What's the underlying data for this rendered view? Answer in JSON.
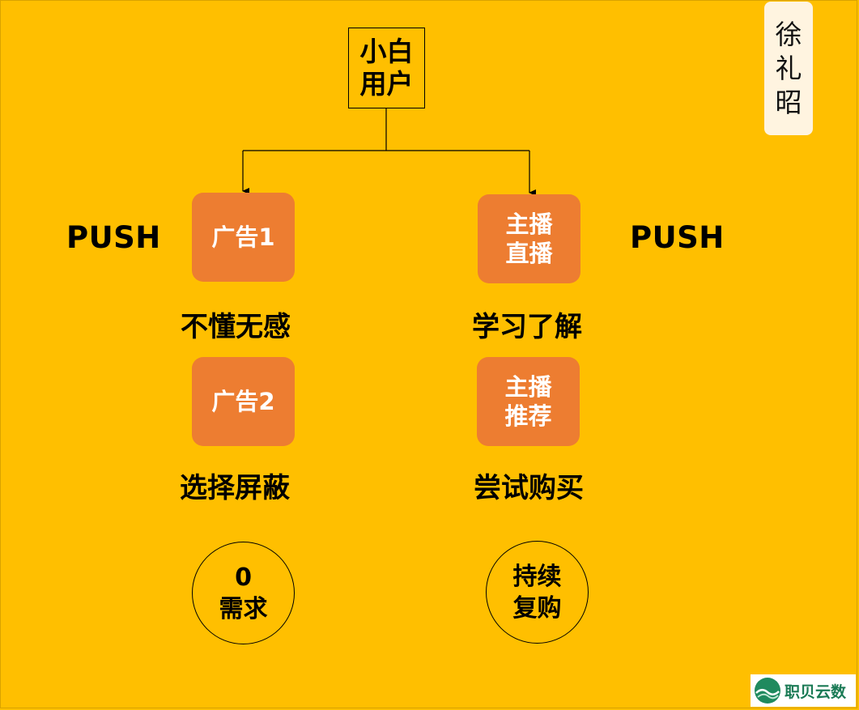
{
  "root": {
    "line1": "小白",
    "line2": "用户"
  },
  "left": {
    "push": "PUSH",
    "node1": "广告1",
    "label1": "不懂无感",
    "node2": "广告2",
    "label2": "选择屏蔽",
    "outcome": "0\n需求"
  },
  "right": {
    "push": "PUSH",
    "node1": "主播\n直播",
    "label1": "学习了解",
    "node2": "主播\n推荐",
    "label2": "尝试购买",
    "outcome": "持续\n复购"
  },
  "signature": [
    "徐",
    "礼",
    "昭"
  ],
  "watermark": {
    "text": "职贝云数"
  },
  "colors": {
    "background": "#ffbf00",
    "node": "#ed7d31",
    "node_text": "#ffffff",
    "text": "#000000"
  }
}
